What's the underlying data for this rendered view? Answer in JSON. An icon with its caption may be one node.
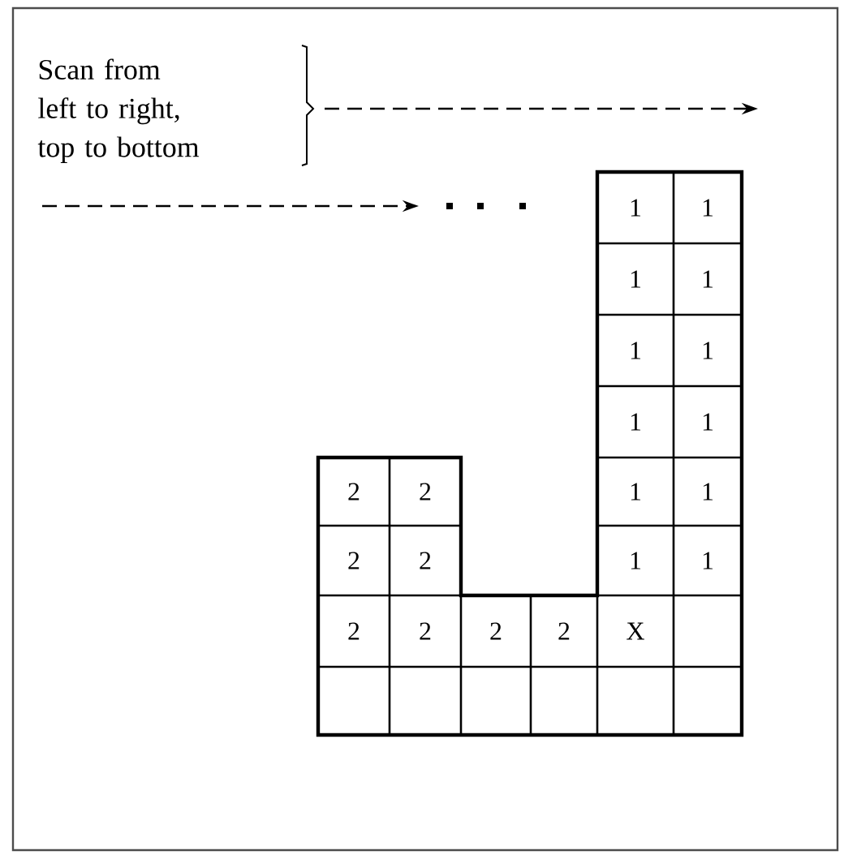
{
  "diagram": {
    "labels": [
      "Scan from left to right, top to bottom",
      "1",
      "1",
      "1",
      "1",
      "1",
      "1",
      "1",
      "1",
      "2",
      "2",
      "1",
      "1",
      "2",
      "2",
      "1",
      "1",
      "2",
      "2",
      "2",
      "2",
      "X"
    ]
  }
}
